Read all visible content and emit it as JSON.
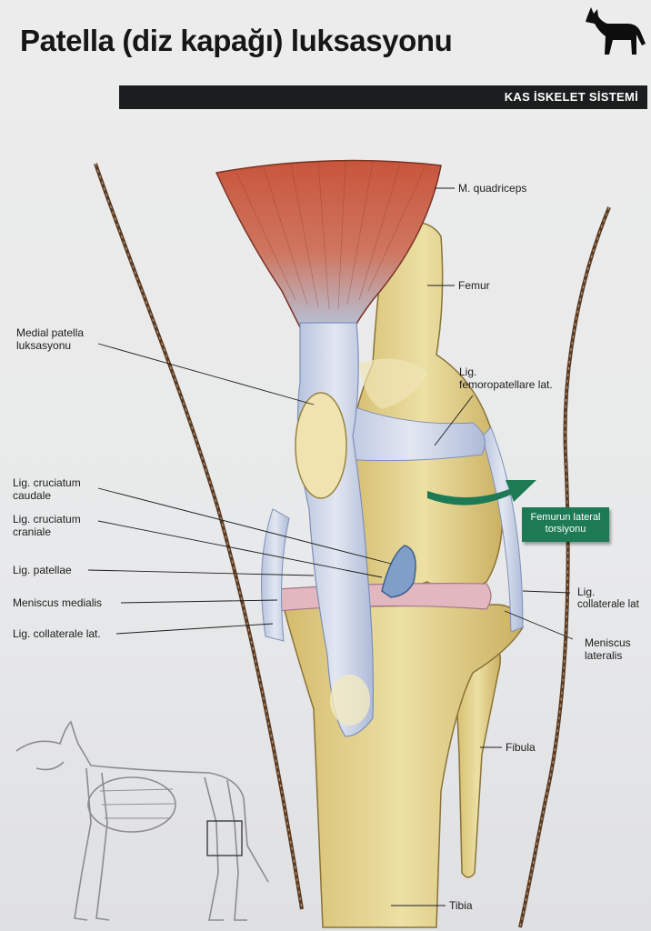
{
  "header": {
    "title": "Patella (diz kapağı) luksasyonu",
    "section": "KAS İSKELET SİSTEMİ"
  },
  "labels": {
    "m_quadriceps": "M. quadriceps",
    "femur": "Femur",
    "medial_patella_1": "Medial patella",
    "medial_patella_2": "luksasyonu",
    "lig_femoro_1": "Lig.",
    "lig_femoro_2": "femoropatellare lat.",
    "cruc_caudale_1": "Lig. cruciatum",
    "cruc_caudale_2": "caudale",
    "cruc_craniale_1": "Lig. cruciatum",
    "cruc_craniale_2": "craniale",
    "lig_patellae": "Lig. patellae",
    "meniscus_medialis": "Meniscus medialis",
    "collat_lat_left": "Lig. collaterale lat.",
    "collat_lat_right_1": "Lig.",
    "collat_lat_right_2": "collaterale lat",
    "meniscus_lat_1": "Meniscus",
    "meniscus_lat_2": "lateralis",
    "fibula": "Fibula",
    "tibia": "Tibia",
    "torsion_1": "Femurun lateral",
    "torsion_2": "torsiyonu"
  },
  "colors": {
    "header_bar": "#1a1e1e",
    "callout": "#1d7a55",
    "arrow": "#1d7a55",
    "muscle": "#c8553c",
    "bone": "#e6d28c",
    "ligament": "#c8d0e4",
    "meniscus": "#e2b7c0"
  }
}
